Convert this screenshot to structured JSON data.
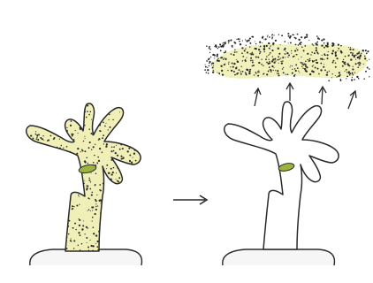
{
  "diagram": {
    "panels": [
      {
        "id": "before",
        "subject": "coral-polyp-with-zooxanthellae",
        "fill_color": "#f1efb8",
        "dot_color": "#2b2b2b",
        "mouth_color": "#9db43c"
      },
      {
        "id": "after",
        "subject": "bleached-coral-polyp",
        "fill_color": "#ffffff",
        "mouth_color": "#9db43c"
      }
    ],
    "transition_arrow": "right-arrow",
    "expelled_cloud": {
      "color": "#eeeeb0",
      "arrow_count": 4,
      "direction": "up"
    },
    "outline_color": "#2a2a2a",
    "base_fill": "#f6f6f6"
  }
}
